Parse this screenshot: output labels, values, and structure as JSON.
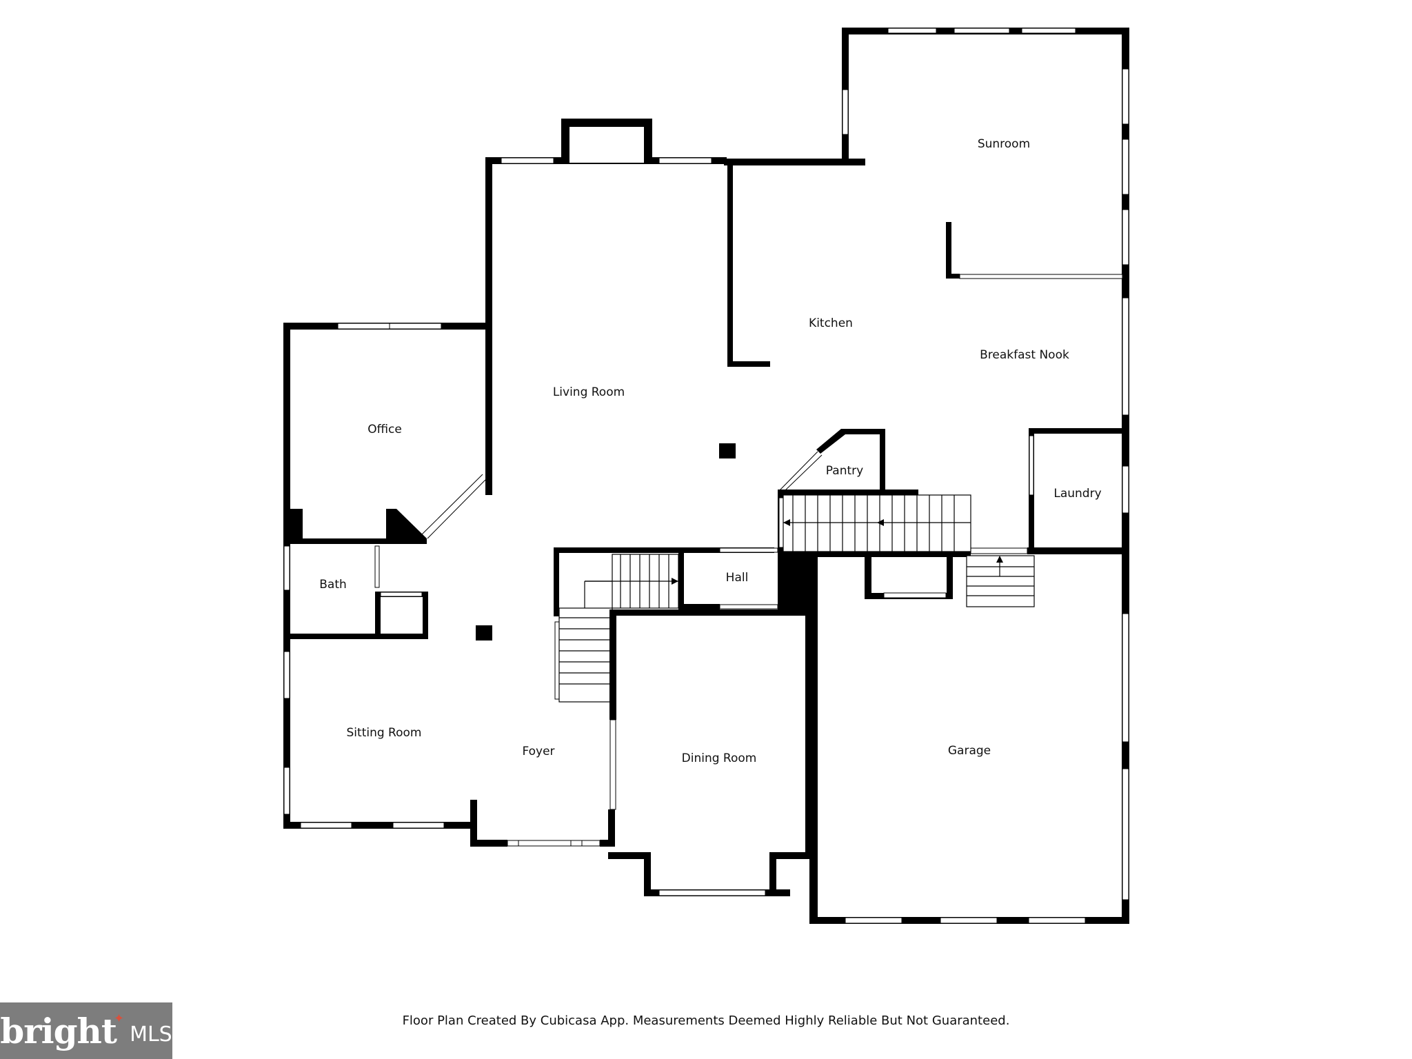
{
  "rooms": {
    "sunroom": "Sunroom",
    "kitchen": "Kitchen",
    "breakfast_nook": "Breakfast Nook",
    "living_room": "Living Room",
    "office": "Office",
    "pantry": "Pantry",
    "laundry": "Laundry",
    "bath": "Bath",
    "hall": "Hall",
    "sitting_room": "Sitting Room",
    "foyer": "Foyer",
    "dining_room": "Dining Room",
    "garage": "Garage"
  },
  "caption": "Floor Plan Created By Cubicasa App. Measurements Deemed Highly Reliable But Not Guaranteed.",
  "logo": {
    "word": "bright",
    "suffix": "MLS",
    "background": "#7d7d7d",
    "accent": "#d9503c"
  }
}
